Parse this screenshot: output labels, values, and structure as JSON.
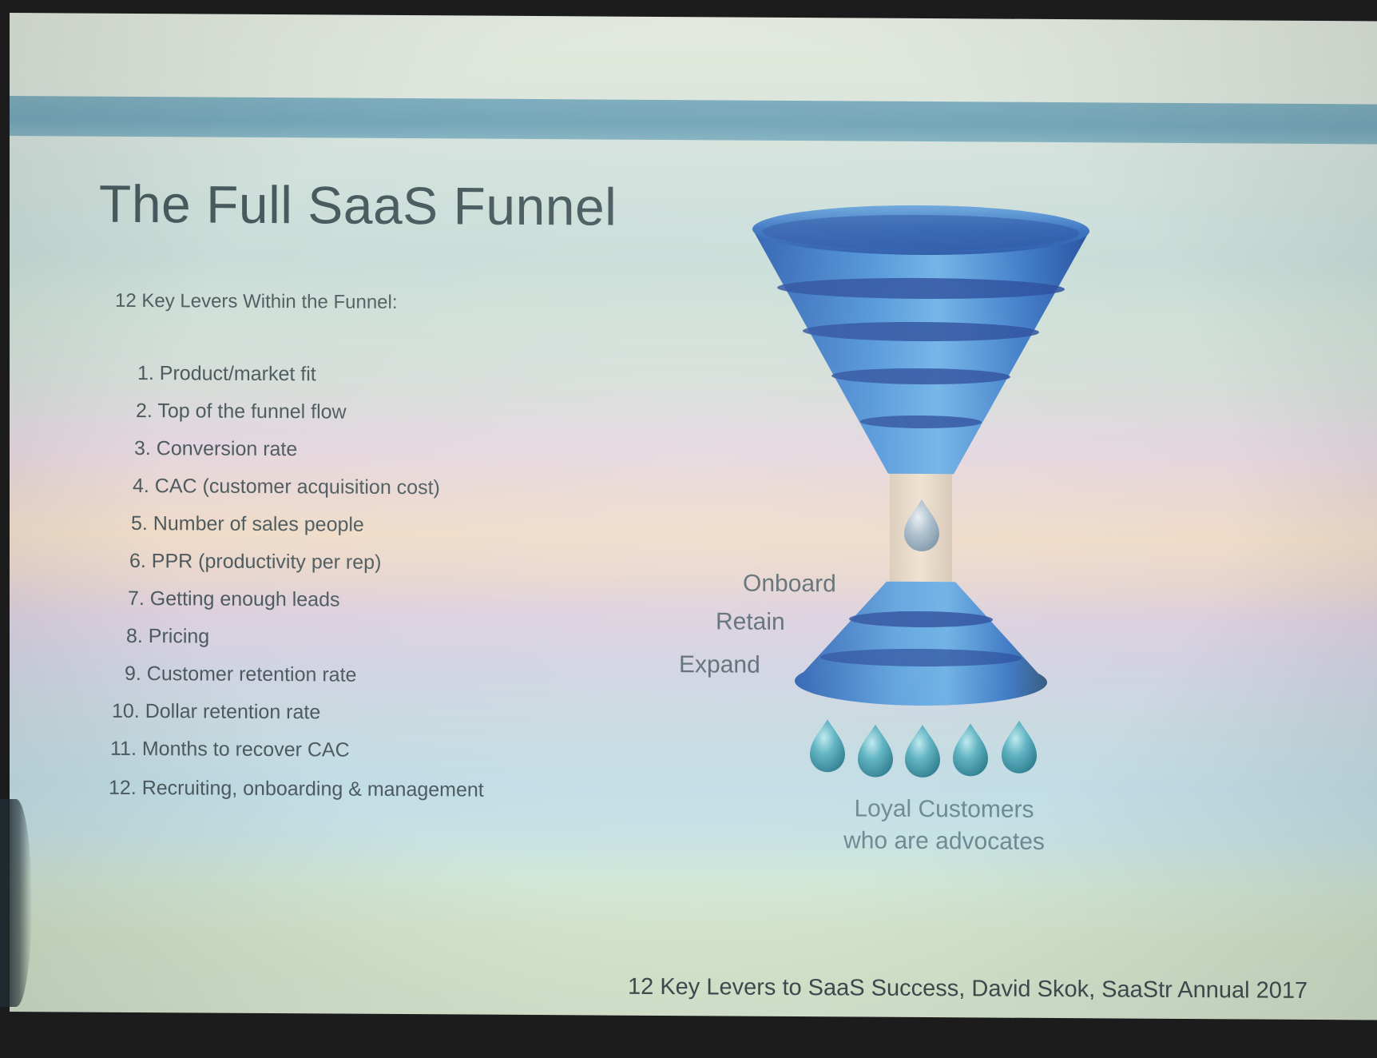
{
  "slide": {
    "title": "The Full SaaS Funnel",
    "subtitle": "12 Key Levers Within the Funnel:",
    "levers": [
      "1. Product/market fit",
      "2. Top of the funnel flow",
      "3. Conversion rate",
      "4. CAC (customer acquisition cost)",
      "5. Number of sales people",
      "6. PPR (productivity per rep)",
      "7. Getting enough leads",
      "8. Pricing",
      "9. Customer retention rate",
      "10. Dollar retention rate",
      "11. Months to recover CAC",
      "12. Recruiting, onboarding & management"
    ],
    "funnel_labels": {
      "onboard": "Onboard",
      "retain": "Retain",
      "expand": "Expand"
    },
    "loyal_customers": {
      "line1": "Loyal Customers",
      "line2": "who are advocates"
    },
    "citation": "12 Key Levers to SaaS Success, David Skok, SaaStr Annual 2017"
  },
  "colors": {
    "header_bar": "#6aa0b5",
    "funnel_blue": "#3f7fc8",
    "funnel_dark": "#2a4f9e",
    "drop_teal": "#4fa5b5",
    "title_text": "#475a5e"
  },
  "icons": [
    "funnel-top-cone",
    "funnel-bottom-cone",
    "water-drop"
  ]
}
